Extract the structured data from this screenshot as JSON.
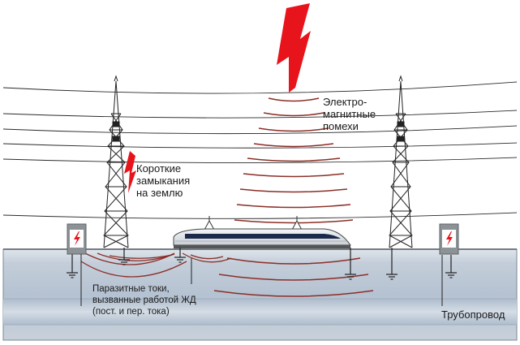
{
  "labels": {
    "em_interference": [
      "Электро-",
      "магнитные",
      "помехи"
    ],
    "short_circuit": [
      "Короткие",
      "замыкания",
      "на землю"
    ],
    "stray_currents": [
      "Паразитные токи,",
      "вызванные работой ЖД",
      "(пост. и пер. тока)"
    ],
    "pipeline": "Трубопровод"
  },
  "colors": {
    "bolt": "#e8141b",
    "field_lines": "#8b2f28",
    "ground_top": "#d8dee5",
    "ground": "#c9d2dc",
    "pipe_band": "#b9c6d4",
    "wire": "#2a2a2a",
    "sign_box": "#8c9296"
  },
  "icons": [
    "lightning-bolt-icon",
    "ground-symbol-icon",
    "high-voltage-sign-icon",
    "train-icon",
    "pylon-icon"
  ]
}
